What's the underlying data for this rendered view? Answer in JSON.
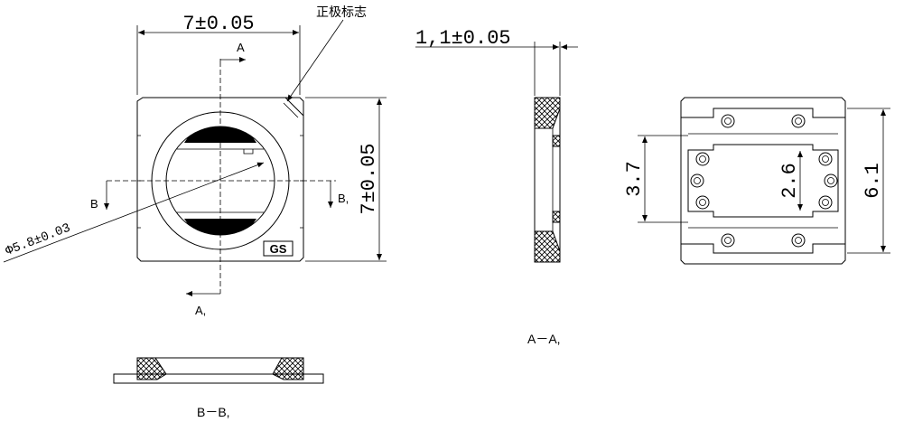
{
  "labels": {
    "width_dim": "7±0.05",
    "height_dim": "7±0.05",
    "polarity_mark": "正极标志",
    "diameter_dim": "Φ5.8±0.03",
    "section_a_top": "A",
    "section_a_bottom": "A,",
    "section_b_left": "B",
    "section_b_right": "B,",
    "logo": "GS",
    "thickness_dim": "1,1±0.05",
    "section_aa_title": "A－A,",
    "section_bb_title": "B－B,",
    "pad_span_dim": "3.7",
    "inner_span_dim": "2.6",
    "overall_height_dim": "6.1"
  }
}
